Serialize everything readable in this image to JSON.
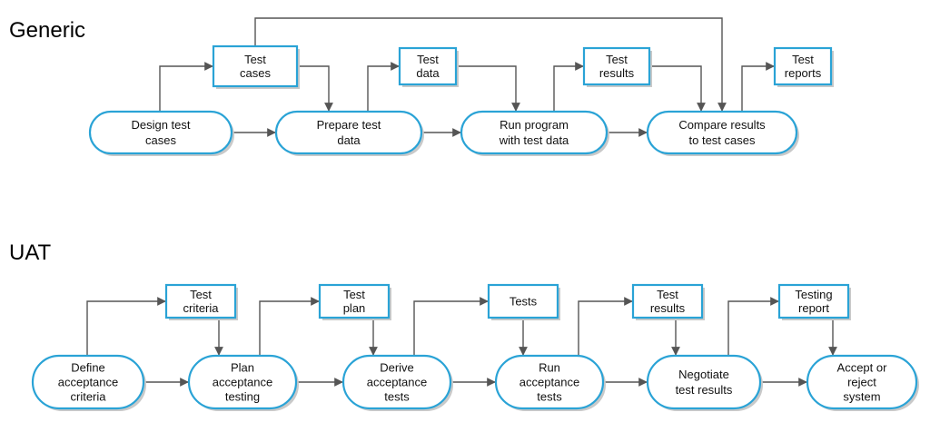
{
  "generic": {
    "title": "Generic",
    "processes": [
      {
        "id": "design",
        "lines": [
          "Design test",
          "cases"
        ]
      },
      {
        "id": "prepare",
        "lines": [
          "Prepare test",
          "data"
        ]
      },
      {
        "id": "run",
        "lines": [
          "Run program",
          "with test data"
        ]
      },
      {
        "id": "compare",
        "lines": [
          "Compare results",
          "to test cases"
        ]
      }
    ],
    "artifacts": [
      {
        "id": "cases",
        "lines": [
          "Test",
          "cases"
        ]
      },
      {
        "id": "data",
        "lines": [
          "Test",
          "data"
        ]
      },
      {
        "id": "results",
        "lines": [
          "Test",
          "results"
        ]
      },
      {
        "id": "reports",
        "lines": [
          "Test",
          "reports"
        ]
      }
    ]
  },
  "uat": {
    "title": "UAT",
    "processes": [
      {
        "id": "define",
        "lines": [
          "Define",
          "acceptance",
          "criteria"
        ]
      },
      {
        "id": "plan",
        "lines": [
          "Plan",
          "acceptance",
          "testing"
        ]
      },
      {
        "id": "derive",
        "lines": [
          "Derive",
          "acceptance",
          "tests"
        ]
      },
      {
        "id": "runacc",
        "lines": [
          "Run",
          "acceptance",
          "tests"
        ]
      },
      {
        "id": "negotiate",
        "lines": [
          "Negotiate",
          "test results"
        ]
      },
      {
        "id": "accept",
        "lines": [
          "Accept or",
          "reject",
          "system"
        ]
      }
    ],
    "artifacts": [
      {
        "id": "criteria",
        "lines": [
          "Test",
          "criteria"
        ]
      },
      {
        "id": "tplan",
        "lines": [
          "Test",
          "plan"
        ]
      },
      {
        "id": "tests",
        "lines": [
          "Tests"
        ]
      },
      {
        "id": "uresults",
        "lines": [
          "Test",
          "results"
        ]
      },
      {
        "id": "treport",
        "lines": [
          "Testing",
          "report"
        ]
      }
    ]
  }
}
